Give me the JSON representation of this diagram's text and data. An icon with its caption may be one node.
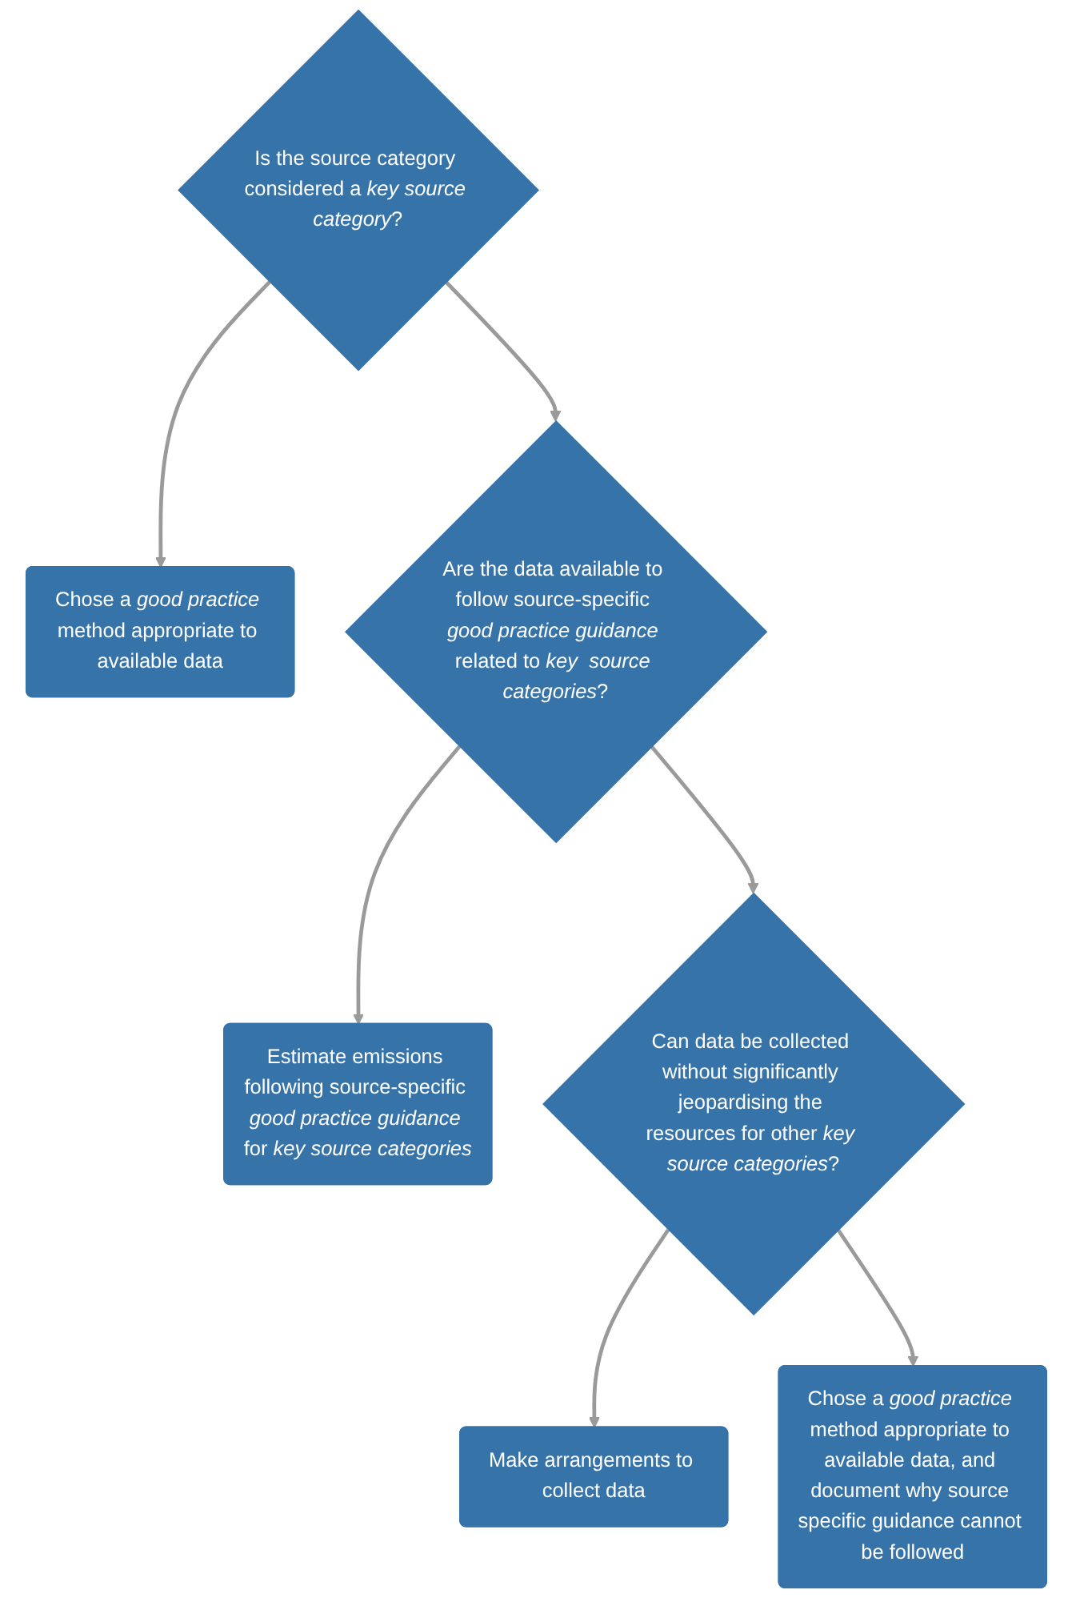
{
  "diagram": {
    "nodes": [
      {
        "text": [
          "Is the source category considered a *key source category*?"
        ]
      },
      {
        "text": [
          "Chose a *good practice* method appropriate to available data"
        ]
      },
      {
        "text": [
          "Are the data available to follow source-specific *good practice guidance* related to *key  source categories*?"
        ]
      },
      {
        "text": [
          "Estimate emissions following source-specific *good practice guidance* for *key source categories*"
        ]
      },
      {
        "text": [
          "Can data be collected without significantly jeopardising the resources for other *key source categories*?"
        ]
      },
      {
        "text": [
          "Make arrangements to collect data"
        ]
      },
      {
        "text": [
          "Chose a *good practice* method appropriate to available data, and document why source specific guidance cannot be followed"
        ]
      }
    ],
    "edges": [
      {
        "from": 0,
        "to": 1,
        "arrow": "to"
      },
      {
        "from": 0,
        "to": 2,
        "arrow": "to"
      },
      {
        "from": 2,
        "to": 3,
        "arrow": "to"
      },
      {
        "from": 2,
        "to": 4,
        "arrow": "to"
      },
      {
        "from": 4,
        "to": 5,
        "arrow": "to"
      },
      {
        "from": 4,
        "to": 6,
        "arrow": "to"
      }
    ]
  }
}
